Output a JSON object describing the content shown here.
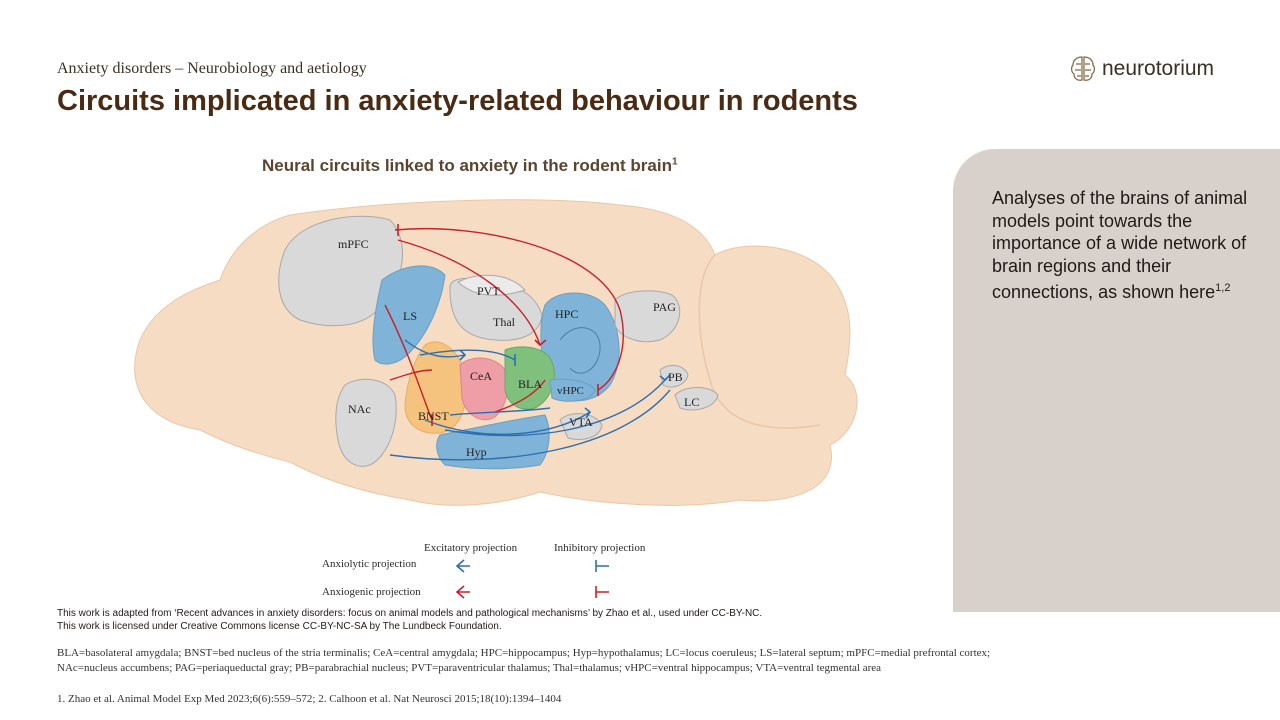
{
  "header": {
    "subtitle": "Anxiety disorders – Neurobiology and aetiology",
    "title": "Circuits implicated in anxiety-related behaviour in rodents"
  },
  "logo": {
    "icon": "neurotorium-brain-icon",
    "text": "neurotorium"
  },
  "figure": {
    "title": "Neural circuits linked to anxiety in the rodent brain",
    "title_ref": "1",
    "regions": {
      "mPFC": "mPFC",
      "LS": "LS",
      "PVT": "PVT",
      "Thal": "Thal",
      "HPC": "HPC",
      "PAG": "PAG",
      "CeA": "CeA",
      "BLA": "BLA",
      "vHPC": "vHPC",
      "PB": "PB",
      "LC": "LC",
      "NAc": "NAc",
      "BNST": "BNST",
      "VTA": "VTA",
      "Hyp": "Hyp"
    },
    "legend": {
      "excitatory": "Excitatory projection",
      "inhibitory": "Inhibitory projection",
      "anxiolytic": "Anxiolytic projection",
      "anxiogenic": "Anxiogenic projection"
    },
    "colors": {
      "anxiolytic": "#2e6fae",
      "anxiogenic": "#c8202a"
    }
  },
  "side_panel": {
    "text": "Analyses of the brains of animal models point towards the importance of a wide network of brain regions and their connections, as shown here",
    "refs": "1,2"
  },
  "credit": {
    "line1": "This work is adapted from ‘Recent advances in anxiety disorders: focus on animal models and pathological mechanisms’ by Zhao et al., used under CC-BY-NC.",
    "line2": "This work is licensed under Creative Commons license CC-BY-NC-SA by The Lundbeck Foundation."
  },
  "abbreviations": {
    "line1": "BLA=basolateral amygdala; BNST=bed nucleus of the stria terminalis; CeA=central amygdala; HPC=hippocampus; Hyp=hypothalamus; LC=locus coeruleus; LS=lateral septum; mPFC=medial prefrontal cortex;",
    "line2": "NAc=nucleus accumbens; PAG=periaqueductal gray; PB=parabrachial nucleus; PVT=paraventricular thalamus; Thal=thalamus; vHPC=ventral hippocampus; VTA=ventral tegmental area"
  },
  "references": "1. Zhao et al. Animal Model Exp Med 2023;6(6):559–572; 2. Calhoon et al. Nat Neurosci 2015;18(10):1394–1404"
}
